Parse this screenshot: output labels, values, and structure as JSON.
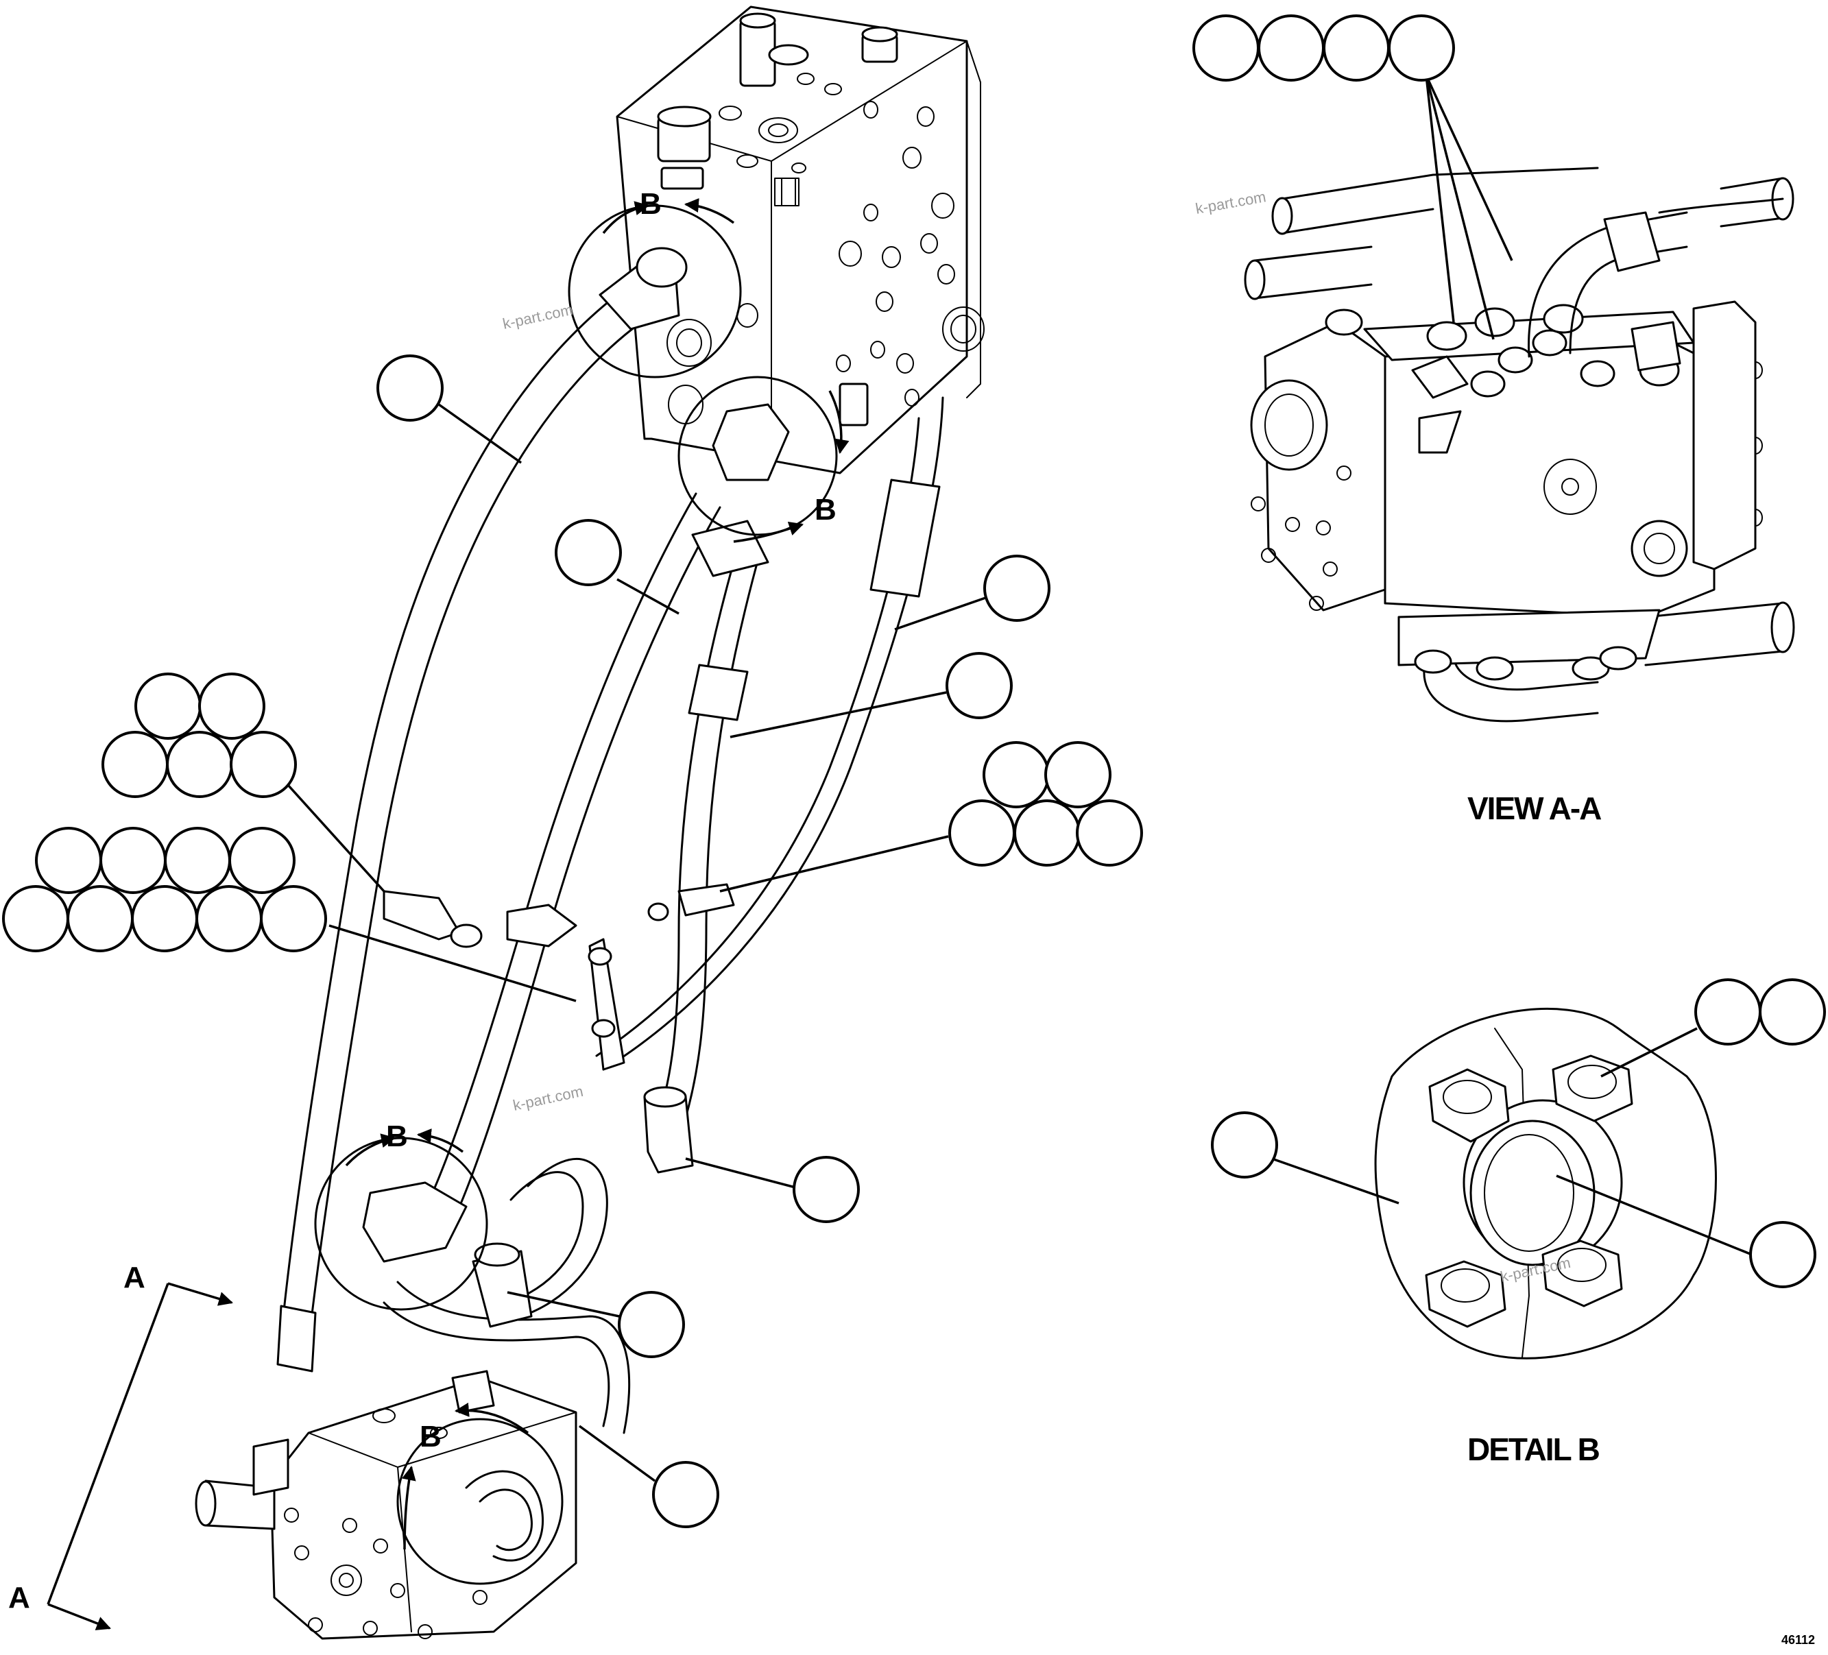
{
  "diagram": {
    "view_titles": {
      "view_a": "VIEW A-A",
      "detail_b": "DETAIL B"
    },
    "section_letters": {
      "a": "A",
      "b": "B"
    },
    "watermark": "k-part.com",
    "figure_number": "46112"
  }
}
